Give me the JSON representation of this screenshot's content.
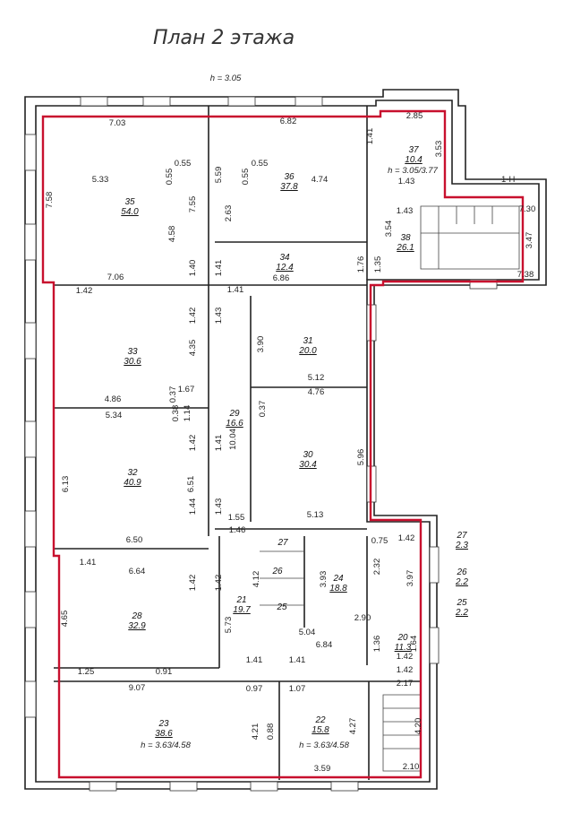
{
  "title": "План 2 этажа",
  "height_label": "h = 3.05",
  "axis_label": "1-Н",
  "colors": {
    "outline": "#c8102e",
    "wall": "#222222"
  },
  "rooms": [
    {
      "id": "35",
      "num": "35",
      "area": "54.0"
    },
    {
      "id": "36",
      "num": "36",
      "area": "37.8"
    },
    {
      "id": "37",
      "num": "37",
      "area": "10.4",
      "h": "h = 3.05/3.77"
    },
    {
      "id": "38",
      "num": "38",
      "area": "26.1"
    },
    {
      "id": "34",
      "num": "34",
      "area": "12.4"
    },
    {
      "id": "33",
      "num": "33",
      "area": "30.6"
    },
    {
      "id": "31",
      "num": "31",
      "area": "20.0"
    },
    {
      "id": "29",
      "num": "29",
      "area": "16.6"
    },
    {
      "id": "32",
      "num": "32",
      "area": "40.9"
    },
    {
      "id": "30",
      "num": "30",
      "area": "30.4"
    },
    {
      "id": "28",
      "num": "28",
      "area": "32.9"
    },
    {
      "id": "27",
      "num": "27",
      "area": ""
    },
    {
      "id": "26",
      "num": "26",
      "area": ""
    },
    {
      "id": "25",
      "num": "25",
      "area": ""
    },
    {
      "id": "21",
      "num": "21",
      "area": "19.7"
    },
    {
      "id": "24",
      "num": "24",
      "area": "18.8"
    },
    {
      "id": "20",
      "num": "20",
      "area": "11.3"
    },
    {
      "id": "23",
      "num": "23",
      "area": "38.6",
      "h": "h = 3.63/4.58"
    },
    {
      "id": "22",
      "num": "22",
      "area": "15.8",
      "h": "h = 3.63/4.58"
    }
  ],
  "side_legend": [
    {
      "num": "27",
      "area": "2.3"
    },
    {
      "num": "26",
      "area": "2.2"
    },
    {
      "num": "25",
      "area": "2.2"
    }
  ],
  "dimensions": [
    "7.03",
    "6.82",
    "2.85",
    "5.33",
    "0.55",
    "0.55",
    "7.58",
    "7.55",
    "4.58",
    "5.59",
    "0.55",
    "0.55",
    "4.74",
    "2.63",
    "1.41",
    "3.53",
    "1.43",
    "1.43",
    "3.54",
    "7.30",
    "3.47",
    "7.38",
    "1.40",
    "1.41",
    "1.76",
    "1.35",
    "6.86",
    "7.06",
    "1.42",
    "1.41",
    "1.42",
    "1.43",
    "4.35",
    "3.90",
    "5.12",
    "4.86",
    "0.37",
    "1.67",
    "0.38",
    "1.14",
    "0.37",
    "4.76",
    "5.34",
    "10.04",
    "1.42",
    "1.41",
    "6.13",
    "6.51",
    "5.96",
    "1.44",
    "1.43",
    "1.55",
    "5.13",
    "6.50",
    "1.46",
    "0.75",
    "1.42",
    "4.12",
    "3.93",
    "2.32",
    "3.97",
    "1.41",
    "6.64",
    "1.42",
    "1.42",
    "4.65",
    "5.73",
    "2.90",
    "5.04",
    "1.36",
    "1.64",
    "6.84",
    "1.42",
    "1.25",
    "0.91",
    "1.41",
    "1.41",
    "1.42",
    "9.07",
    "0.97",
    "1.07",
    "2.17",
    "4.21",
    "0.88",
    "4.27",
    "4.20",
    "3.59",
    "2.10"
  ]
}
